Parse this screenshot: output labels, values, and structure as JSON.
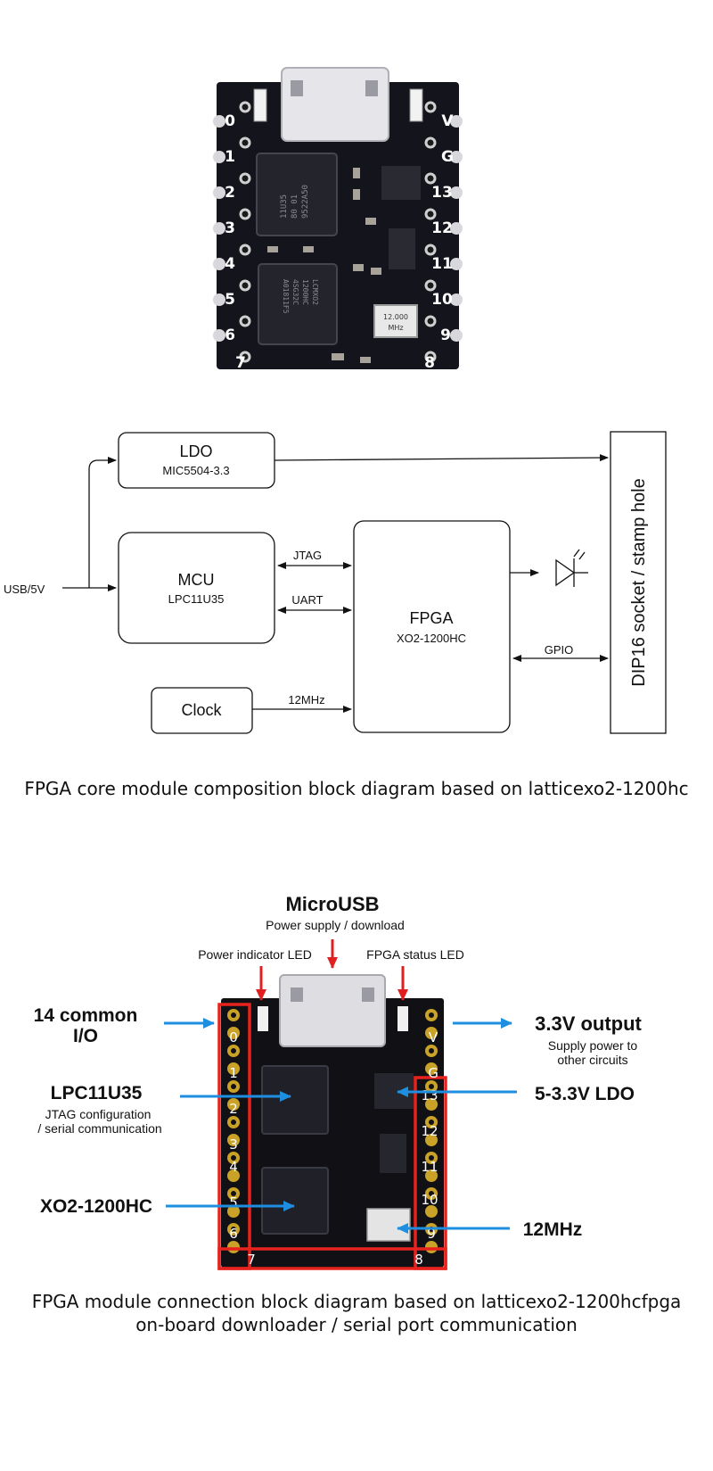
{
  "board_top": {
    "left_pins": [
      "0",
      "1",
      "2",
      "3",
      "4",
      "5",
      "6",
      "7"
    ],
    "right_pins": [
      "V",
      "G",
      "13",
      "12",
      "11",
      "10",
      "9",
      "8"
    ],
    "mcu_chip_text": [
      "11U35",
      "80 01",
      "9522A50"
    ],
    "fpga_chip_text": [
      "LCMXO2",
      "1200HC",
      "4SG32C",
      "A01811F5"
    ],
    "crystal_text": [
      "12.000",
      "MHz"
    ]
  },
  "block_diagram": {
    "ldo": {
      "title": "LDO",
      "subtitle": "MIC5504-3.3"
    },
    "mcu": {
      "title": "MCU",
      "subtitle": "LPC11U35"
    },
    "fpga": {
      "title": "FPGA",
      "subtitle": "XO2-1200HC"
    },
    "clock": {
      "title": "Clock"
    },
    "dip": {
      "title": "DIP16 socket / stamp hole"
    },
    "usb_label": "USB/5V",
    "jtag_label": "JTAG",
    "uart_label": "UART",
    "clk_label": "12MHz",
    "gpio_label": "GPIO"
  },
  "caption_1": "FPGA core module composition block diagram based on latticexo2-1200hc",
  "annotated": {
    "microusb_title": "MicroUSB",
    "microusb_sub": "Power supply / download",
    "power_led": "Power indicator LED",
    "fpga_led": "FPGA status LED",
    "io_title_1": "14 common",
    "io_title_2": "I/O",
    "lpc_title": "LPC11U35",
    "lpc_sub_1": "JTAG configuration",
    "lpc_sub_2": "/ serial communication",
    "xo2_title": "XO2-1200HC",
    "out_title": "3.3V output",
    "out_sub_1": "Supply power to",
    "out_sub_2": "other circuits",
    "ldo_title": "5-3.3V LDO",
    "clk_title": "12MHz",
    "left_pins": [
      "0",
      "1",
      "2",
      "3",
      "4",
      "5",
      "6",
      "7"
    ],
    "right_pins": [
      "V",
      "G",
      "13",
      "12",
      "11",
      "10",
      "9",
      "8"
    ],
    "arrow_blue": "#1e8fe0",
    "arrow_red": "#e02020",
    "highlight_red": "#e8231e"
  },
  "caption_2_line1": "FPGA module connection block diagram based on latticexo2-1200hcfpga",
  "caption_2_line2": "on-board downloader / serial port communication"
}
